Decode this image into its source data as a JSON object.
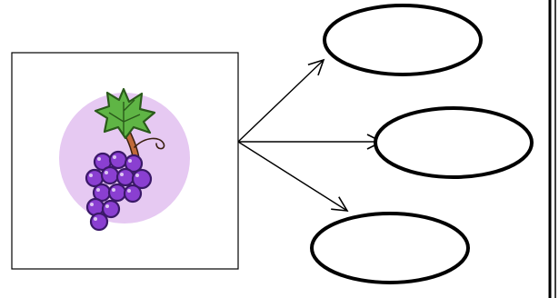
{
  "diagram": {
    "type": "concept-map",
    "center_item": {
      "image": "grape-bunch-icon",
      "background_color": "#e6c9f2"
    },
    "branches": [
      {
        "id": "top",
        "text": ""
      },
      {
        "id": "middle",
        "text": ""
      },
      {
        "id": "bottom",
        "text": ""
      }
    ],
    "colors": {
      "grape": "#8a3fd1",
      "grape_dark": "#3a1868",
      "leaf": "#5fb545",
      "leaf_dark": "#2a5a1a",
      "stem": "#c06a3a"
    }
  }
}
